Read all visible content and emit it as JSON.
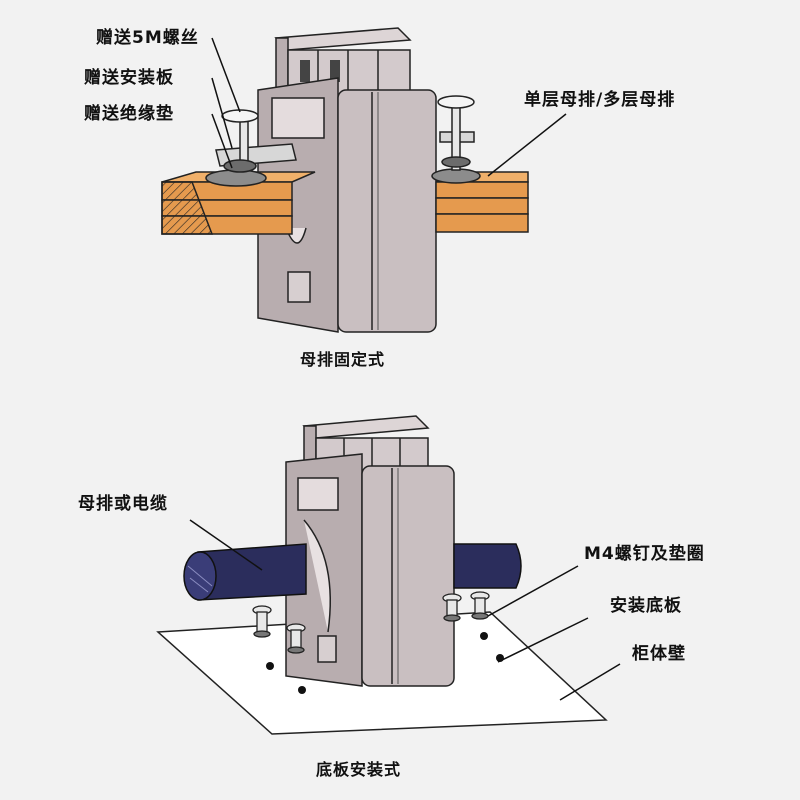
{
  "top_diagram": {
    "labels": {
      "screw": "赠送5M螺丝",
      "plate": "赠送安装板",
      "pad": "赠送绝缘垫",
      "busbar": "单层母排/多层母排"
    },
    "caption": "母排固定式"
  },
  "bottom_diagram": {
    "labels": {
      "cable": "母排或电缆",
      "screw": "M4螺钉及垫圈",
      "base": "安装底板",
      "wall": "柜体壁"
    },
    "caption": "底板安装式"
  },
  "colors": {
    "background": "#f2f2f2",
    "ct_body": "#c9bfc1",
    "ct_shade": "#b3a8aa",
    "busbar": "#e59a4e",
    "cable": "#2b2d5c",
    "line": "#111111"
  }
}
